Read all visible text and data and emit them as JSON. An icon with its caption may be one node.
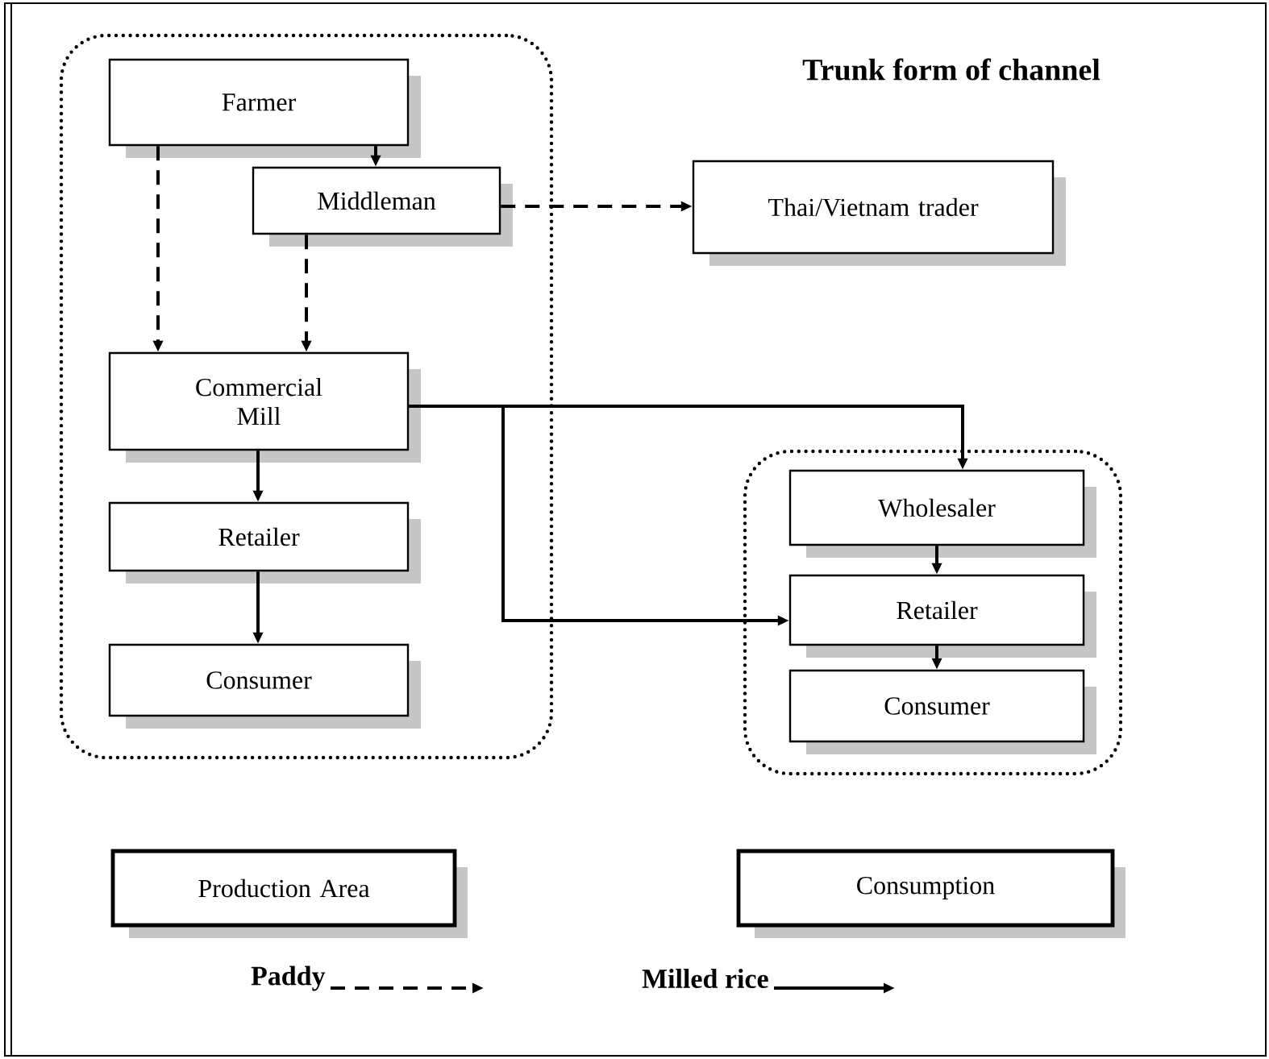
{
  "diagram": {
    "title": "Trunk form of channel",
    "nodes": [
      {
        "text": [],
        "shape": "box"
      },
      {
        "text": [
          "Farmer"
        ],
        "in": 0
      },
      {
        "text": [
          "Middleman"
        ],
        "in": 0
      },
      {
        "text": [
          "Thai/Vietnam trader"
        ]
      },
      {
        "text": [
          "Commercial Mill"
        ],
        "in": 0
      },
      {
        "text": [
          "Retailer"
        ],
        "in": 0
      },
      {
        "text": [
          "Consumer"
        ],
        "in": 0
      },
      {
        "text": [],
        "shape": "box"
      },
      {
        "text": [
          "Wholesaler"
        ],
        "in": 7
      },
      {
        "text": [
          "Retailer"
        ],
        "in": 7
      },
      {
        "text": [
          "Consumer"
        ],
        "in": 7
      },
      {
        "text": [
          "Production Area"
        ]
      },
      {
        "text": [
          "Consumption"
        ]
      }
    ],
    "edges": [
      {
        "from": 1,
        "to": 2,
        "arrow": "to",
        "style": "dashed"
      },
      {
        "from": 1,
        "to": 4,
        "arrow": "to",
        "style": "dashed"
      },
      {
        "from": 2,
        "to": 4,
        "arrow": "to",
        "style": "dashed"
      },
      {
        "from": 2,
        "to": 3,
        "arrow": "to",
        "style": "dashed"
      },
      {
        "from": 4,
        "to": 5,
        "arrow": "to"
      },
      {
        "from": 5,
        "to": 6,
        "arrow": "to"
      },
      {
        "from": 4,
        "to": 8,
        "arrow": "to"
      },
      {
        "from": 4,
        "to": 9,
        "arrow": "to"
      },
      {
        "from": 8,
        "to": 9,
        "arrow": "to"
      },
      {
        "from": 9,
        "to": 10,
        "arrow": "to"
      }
    ],
    "legend": [
      {
        "text": "Paddy"
      },
      {
        "text": "Milled rice"
      }
    ]
  }
}
